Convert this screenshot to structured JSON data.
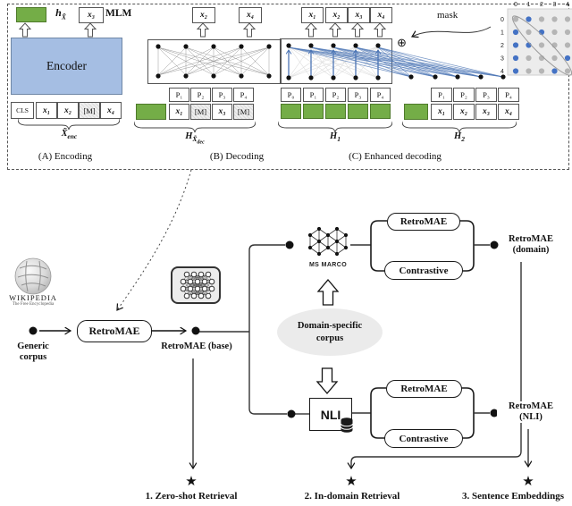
{
  "figure": {
    "panelA": {
      "caption": "(A) Encoding",
      "mlm": "MLM",
      "h_main": "h",
      "h_sub": "X̃",
      "output": "x₃",
      "encoder": "Encoder",
      "tokens": [
        "CLS",
        "x₁",
        "x₂",
        "[M]",
        "x₄"
      ],
      "brace_main": "X̃",
      "brace_sub": "enc"
    },
    "panelB": {
      "caption": "(B) Decoding",
      "outputs": [
        "x₂",
        "x₄"
      ],
      "p": [
        "P₁",
        "P₂",
        "P₃",
        "P₄"
      ],
      "tokens": [
        "x₁",
        "[M]",
        "x₃",
        "[M]"
      ],
      "brace_main": "H",
      "brace_sub": "X̃",
      "brace_subsub": "dec"
    },
    "panelC": {
      "caption": "(C) Enhanced decoding",
      "outputs": [
        "x₁",
        "x₂",
        "x₃",
        "x₄"
      ],
      "xor": "⊕",
      "mask_label": "mask",
      "h1": {
        "p": [
          "P₀",
          "P₁",
          "P₂",
          "P₃",
          "P₄"
        ],
        "brace_main": "H",
        "brace_sub": "1"
      },
      "h2": {
        "p": [
          "P₁",
          "P₂",
          "P₃",
          "P₄"
        ],
        "tokens": [
          "x₁",
          "x₂",
          "x₃",
          "x₄"
        ],
        "brace_main": "H",
        "brace_sub": "2"
      },
      "mask_matrix": {
        "col_labels": [
          "0",
          "1",
          "2",
          "3",
          "4"
        ],
        "row_labels": [
          "0",
          "1",
          "2",
          "3",
          "4"
        ],
        "cells": [
          [
            "diag",
            "blue",
            "gray",
            "gray",
            "gray"
          ],
          [
            "blue",
            "diag",
            "blue",
            "gray",
            "gray"
          ],
          [
            "blue",
            "blue",
            "diag",
            "gray",
            "gray"
          ],
          [
            "blue",
            "gray",
            "gray",
            "diag",
            "blue"
          ],
          [
            "blue",
            "gray",
            "gray",
            "blue",
            "diag"
          ]
        ]
      }
    }
  },
  "flow": {
    "wikipedia": {
      "title": "WIKIPEDIA",
      "tagline": "The Free Encyclopedia"
    },
    "generic_corpus": [
      "Generic",
      "corpus"
    ],
    "pretrain_pill": "RetroMAE",
    "base_label": "RetroMAE (base)",
    "msmarco_label": "MS MARCO",
    "corpus_ellipse": [
      "Domain-specific",
      "corpus"
    ],
    "domain": {
      "pills": [
        "RetroMAE",
        "Contrastive"
      ],
      "label": [
        "RetroMAE",
        "(domain)"
      ]
    },
    "nli": {
      "box": "NLI",
      "pills": [
        "RetroMAE",
        "Contrastive"
      ],
      "label": [
        "RetroMAE",
        "(NLI)"
      ]
    },
    "outcomes": [
      {
        "star": "★",
        "label": "1. Zero-shot Retrieval"
      },
      {
        "star": "★",
        "label": "2. In-domain Retrieval"
      },
      {
        "star": "★",
        "label": "3. Sentence Embeddings"
      }
    ]
  },
  "colors": {
    "green": "#74ad47",
    "encoder_blue": "#a5bee3",
    "line_blue": "#4a74b4",
    "matrix_blue": "#4472c4",
    "matrix_gray": "#b5b5b5"
  }
}
